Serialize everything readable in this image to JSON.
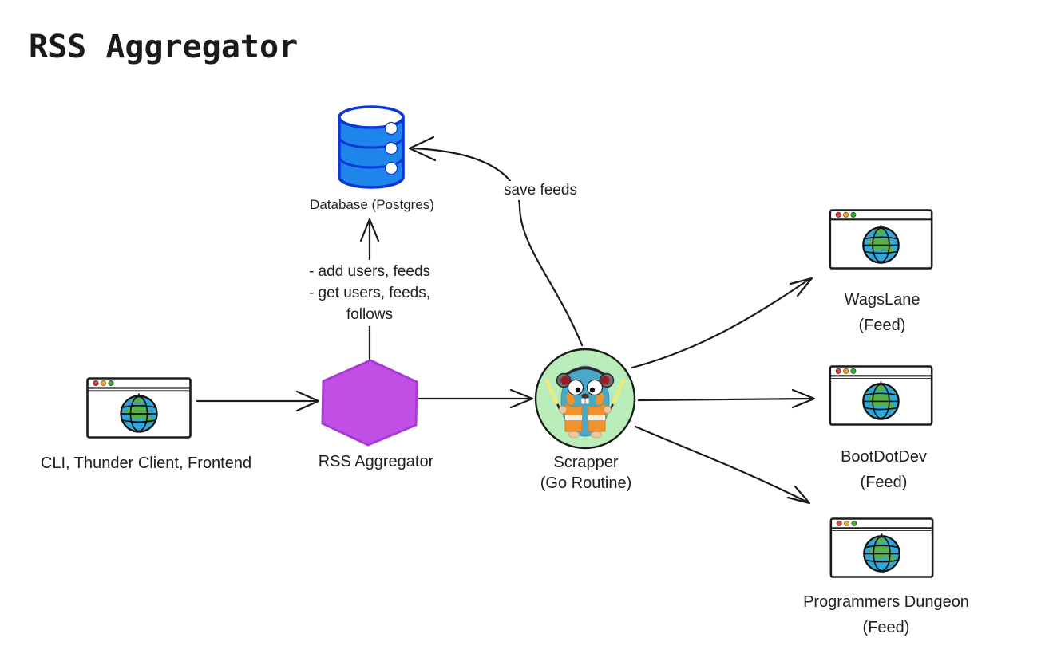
{
  "title": "RSS Aggregator",
  "nodes": {
    "database": {
      "label": "Database (Postgres)"
    },
    "client": {
      "label": "CLI, Thunder Client, Frontend"
    },
    "aggregator": {
      "label": "RSS Aggregator"
    },
    "scrapper": {
      "label": "Scrapper",
      "sublabel": "(Go Routine)"
    },
    "feeds": [
      {
        "label": "WagsLane",
        "sublabel": "(Feed)"
      },
      {
        "label": "BootDotDev",
        "sublabel": "(Feed)"
      },
      {
        "label": "Programmers Dungeon",
        "sublabel": "(Feed)"
      }
    ]
  },
  "edges": {
    "save_feeds": "save feeds",
    "db_ops": {
      "line1": "- add users, feeds",
      "line2": "- get users, feeds,",
      "line3": "follows"
    }
  },
  "colors": {
    "database_fill": "#1e86ea",
    "database_stroke": "#0a38d8",
    "hexagon_fill": "#c14fe6",
    "hexagon_stroke": "#a93bd4",
    "scrapper_fill": "#b9edba",
    "globe_fill": "#2fa8dc",
    "continent_fill": "#56b14a",
    "dot_red": "#e0493f",
    "dot_orange": "#f2a33b",
    "dot_green": "#44a83f",
    "gopher_body": "#4aa8c9",
    "gopher_vest": "#f0922e",
    "earmuff_red": "#9c1b22",
    "arrow": "#1b1b1b",
    "text": "#1e1e24"
  }
}
